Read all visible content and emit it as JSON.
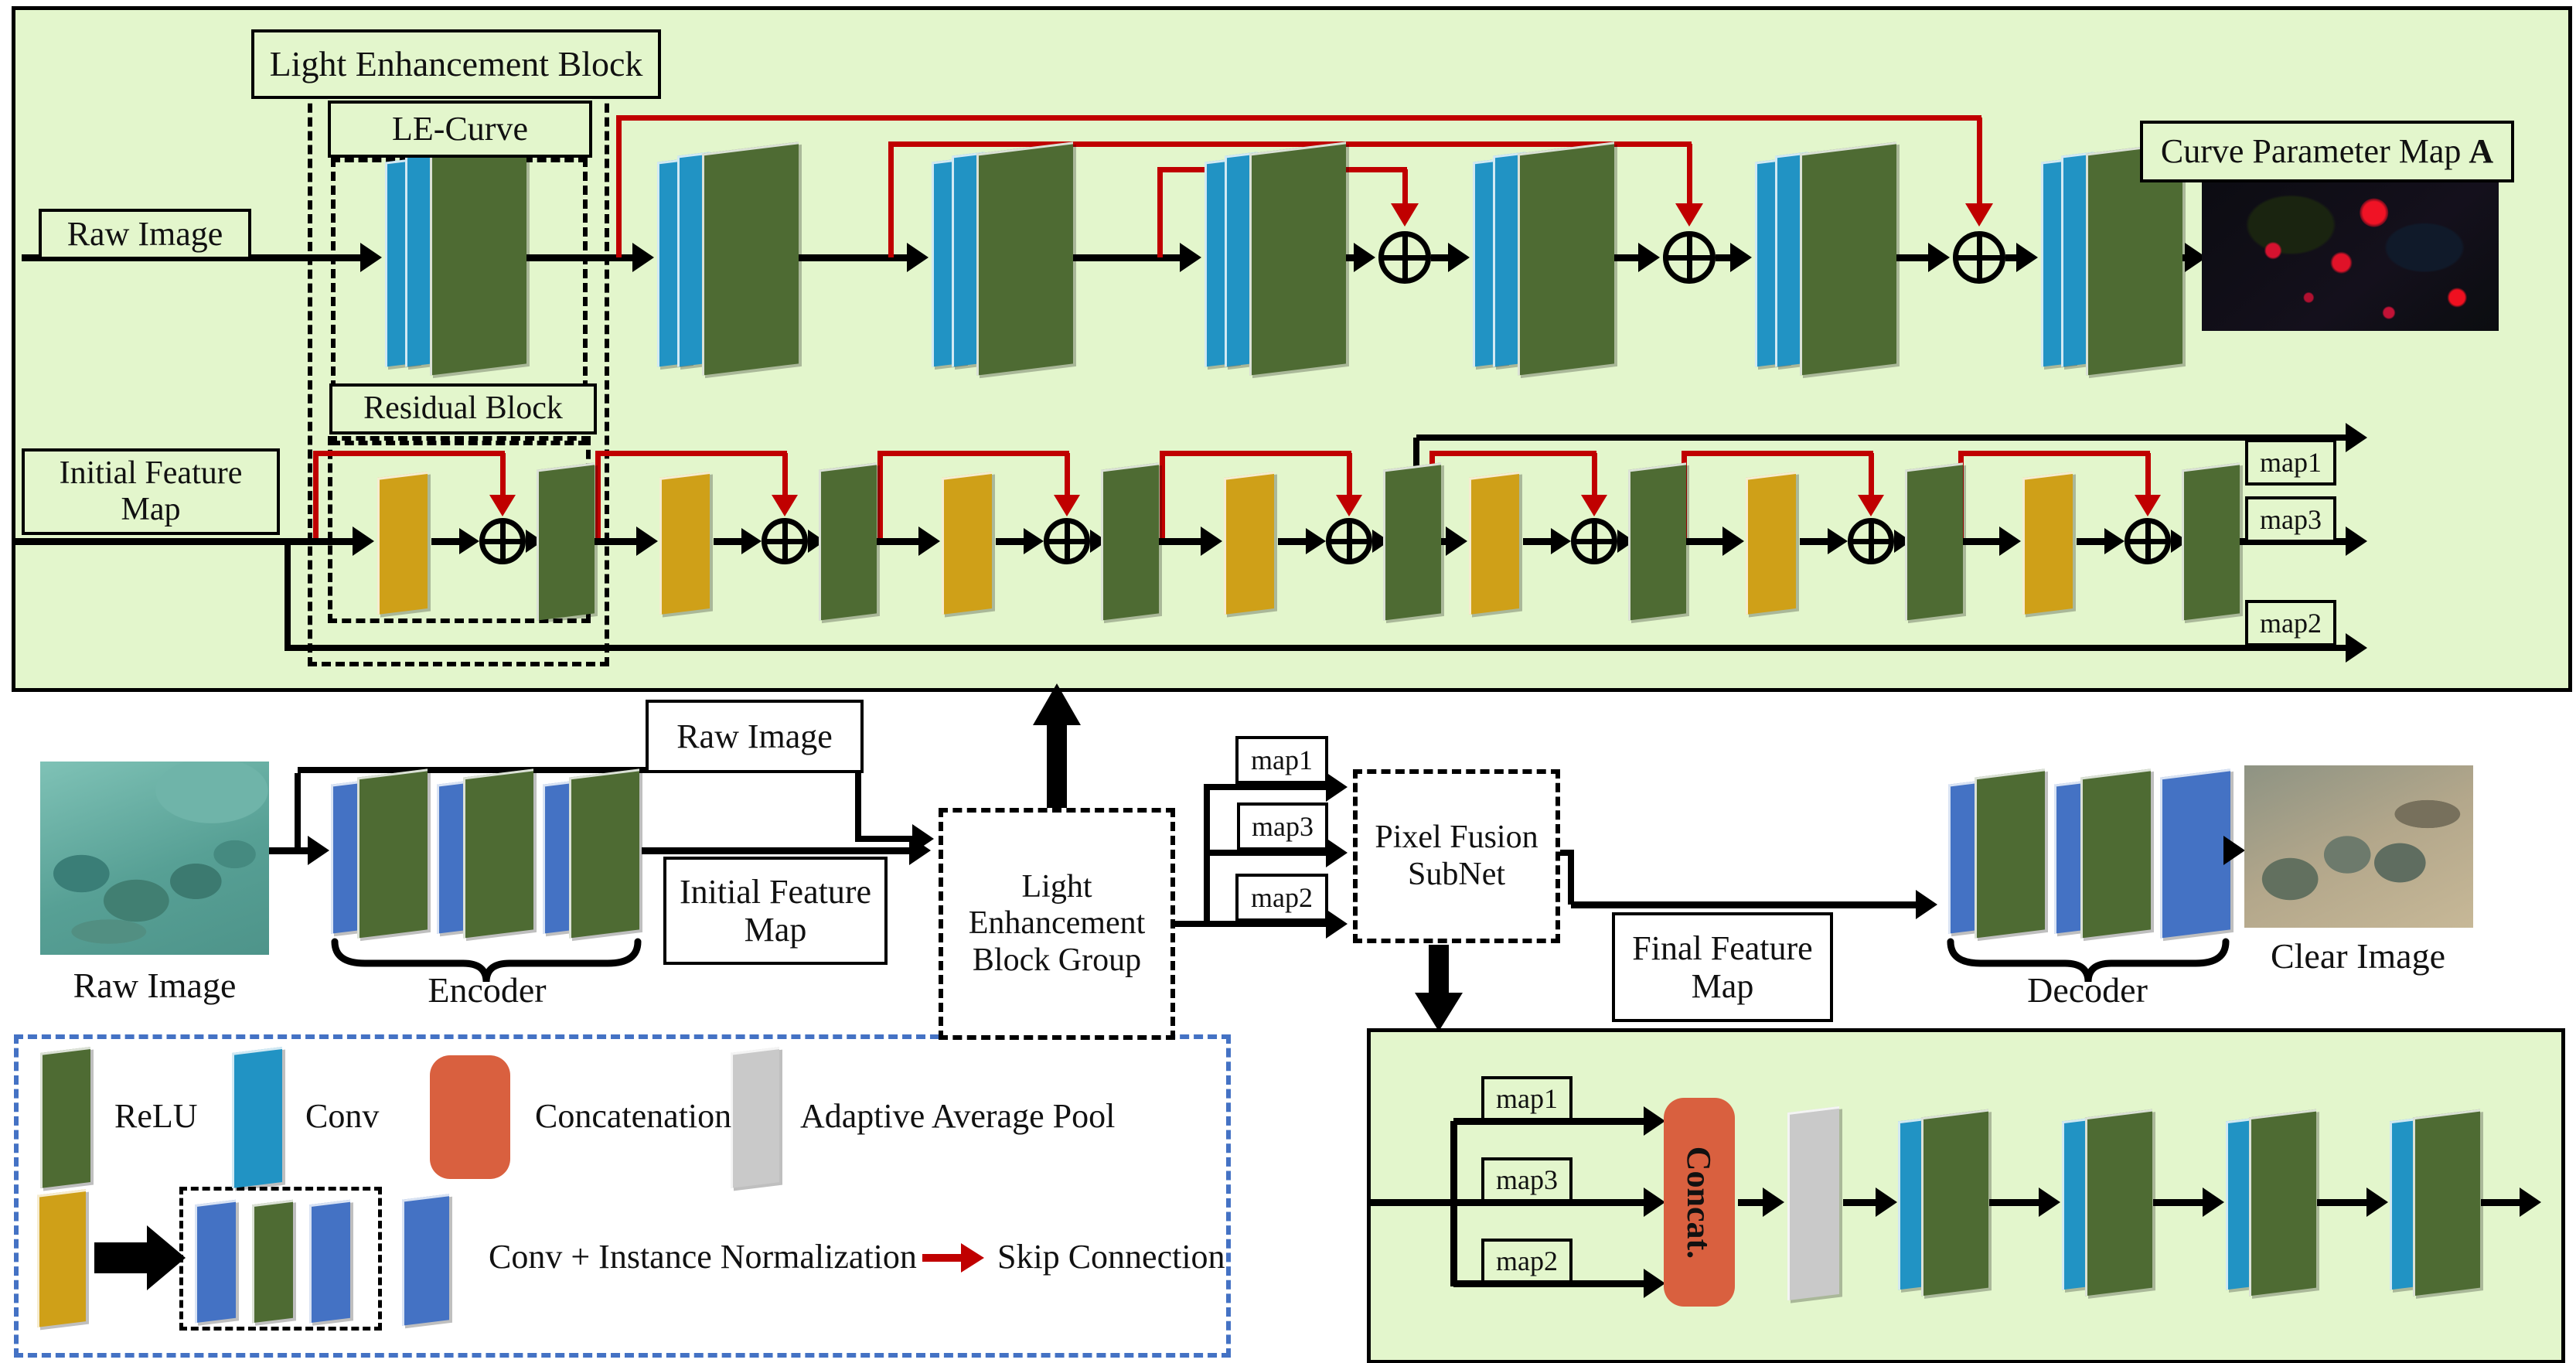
{
  "figure": {
    "top": {
      "light_enhancement_block": "Light Enhancement Block",
      "le_curve": "LE-Curve",
      "raw_image": "Raw Image",
      "curve_parameter_map": "Curve Parameter Map",
      "curve_parameter_map_bold": "A",
      "initial_feature_map_lines": [
        "Initial Feature",
        "Map"
      ],
      "residual_block": "Residual Block",
      "map1": "map1",
      "map3": "map3",
      "map2": "map2"
    },
    "middle": {
      "raw_image_caption": "Raw Image",
      "encoder": "Encoder",
      "raw_image_box": "Raw Image",
      "initial_feature_map_lines": [
        "Initial Feature",
        "Map"
      ],
      "light_enhancement_block_group_lines": [
        "Light",
        "Enhancement",
        "Block Group"
      ],
      "map1": "map1",
      "map3": "map3",
      "map2": "map2",
      "pixel_fusion_subnet_lines": [
        "Pixel Fusion",
        "SubNet"
      ],
      "final_feature_map_lines": [
        "Final Feature",
        "Map"
      ],
      "decoder": "Decoder",
      "clear_image_caption": "Clear Image"
    },
    "legend": {
      "relu": "ReLU",
      "conv": "Conv",
      "concatenation": "Concatenation",
      "adaptive_average_pool": "Adaptive Average Pool",
      "conv_instance_norm": "Conv + Instance Normalization",
      "skip_connection": "Skip Connection"
    },
    "subnet": {
      "map1": "map1",
      "map3": "map3",
      "map2": "map2",
      "concat": "Concat."
    },
    "colors": {
      "box_bg": "#e3f6cc",
      "panel_green": "#4e6b33",
      "panel_cyan": "#2193c4",
      "panel_blue": "#4472c4",
      "panel_yellow": "#cfa018",
      "panel_gray": "#c9c9c9",
      "concat_red": "#d9603f",
      "skip_red": "#c00000",
      "legend_border": "#4472c4",
      "line_black": "#000000"
    }
  }
}
